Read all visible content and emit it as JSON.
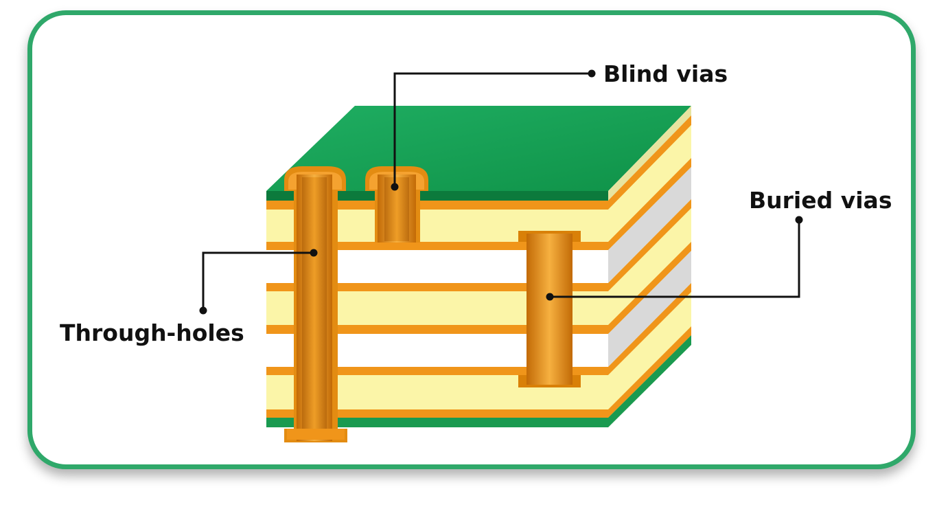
{
  "diagram": {
    "labels": {
      "blind_vias": "Blind vias",
      "buried_vias": "Buried vias",
      "through_holes": "Through-holes"
    }
  },
  "colors": {
    "card_border": "#2fa86a",
    "solder_mask_green": "#16a05a",
    "prepreg_yellow": "#fbf5a8",
    "core_white": "#ffffff",
    "side_gray": "#d6d6d6",
    "copper_orange": "#f0951a",
    "via_copper": "#e6911a",
    "leader_line": "#111111"
  }
}
